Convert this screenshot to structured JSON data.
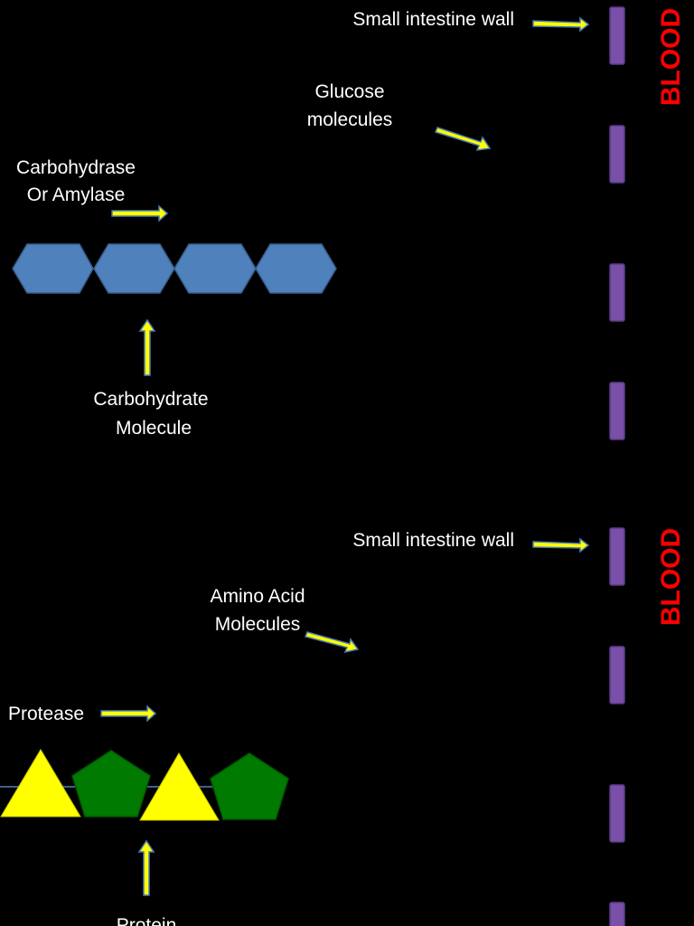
{
  "carbohydrate_section": {
    "wall_label": "Small intestine wall",
    "blood_label": "BLOOD",
    "glucose_label_line1": "Glucose",
    "glucose_label_line2": "molecules",
    "enzyme_label_line1": "Carbohydrase",
    "enzyme_label_line2": "Or Amylase",
    "molecule_label_line1": "Carbohydrate",
    "molecule_label_line2": "Molecule",
    "hexagon_color": "#4f81bd"
  },
  "protein_section": {
    "wall_label": "Small intestine wall",
    "blood_label": "BLOOD",
    "amino_label_line1": "Amino Acid",
    "amino_label_line2": "Molecules",
    "enzyme_label": "Protease",
    "molecule_label": "Protein",
    "triangle_color": "#ffff00",
    "pentagon_color": "#007a00"
  },
  "colors": {
    "background": "#000000",
    "wall": "#7a4fa8",
    "arrow": "#ffff00",
    "blood_text": "#ff0000"
  }
}
